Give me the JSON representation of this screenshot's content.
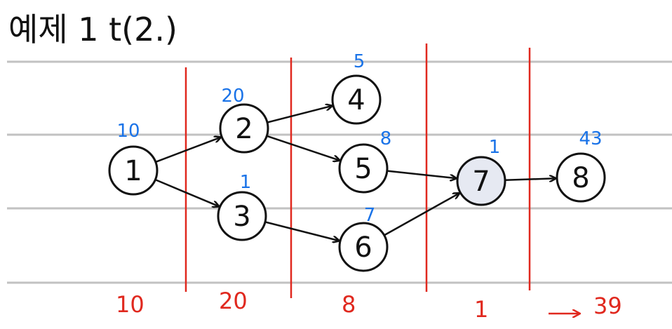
{
  "title": "예제 1 t(2.)",
  "nodes": [
    {
      "id": "1",
      "label": "1",
      "value": "10",
      "highlight": false
    },
    {
      "id": "2",
      "label": "2",
      "value": "20",
      "highlight": false
    },
    {
      "id": "3",
      "label": "3",
      "value": "1",
      "highlight": false
    },
    {
      "id": "4",
      "label": "4",
      "value": "5",
      "highlight": false
    },
    {
      "id": "5",
      "label": "5",
      "value": "8",
      "highlight": false
    },
    {
      "id": "6",
      "label": "6",
      "value": "7",
      "highlight": false
    },
    {
      "id": "7",
      "label": "7",
      "value": "1",
      "highlight": true
    },
    {
      "id": "8",
      "label": "8",
      "value": "43",
      "highlight": false
    }
  ],
  "edges": [
    {
      "from": "1",
      "to": "2"
    },
    {
      "from": "1",
      "to": "3"
    },
    {
      "from": "2",
      "to": "4"
    },
    {
      "from": "2",
      "to": "5"
    },
    {
      "from": "3",
      "to": "6"
    },
    {
      "from": "5",
      "to": "7"
    },
    {
      "from": "6",
      "to": "7"
    },
    {
      "from": "7",
      "to": "8"
    }
  ],
  "stage_totals": [
    "10",
    "20",
    "8",
    "1"
  ],
  "result": {
    "arrow": "→",
    "value": "39"
  },
  "colors": {
    "node_stroke": "#111111",
    "highlight_fill": "#e6e9f2",
    "blue": "#1a73e8",
    "red": "#e0281e",
    "ruled_line": "#c2c2c2"
  }
}
